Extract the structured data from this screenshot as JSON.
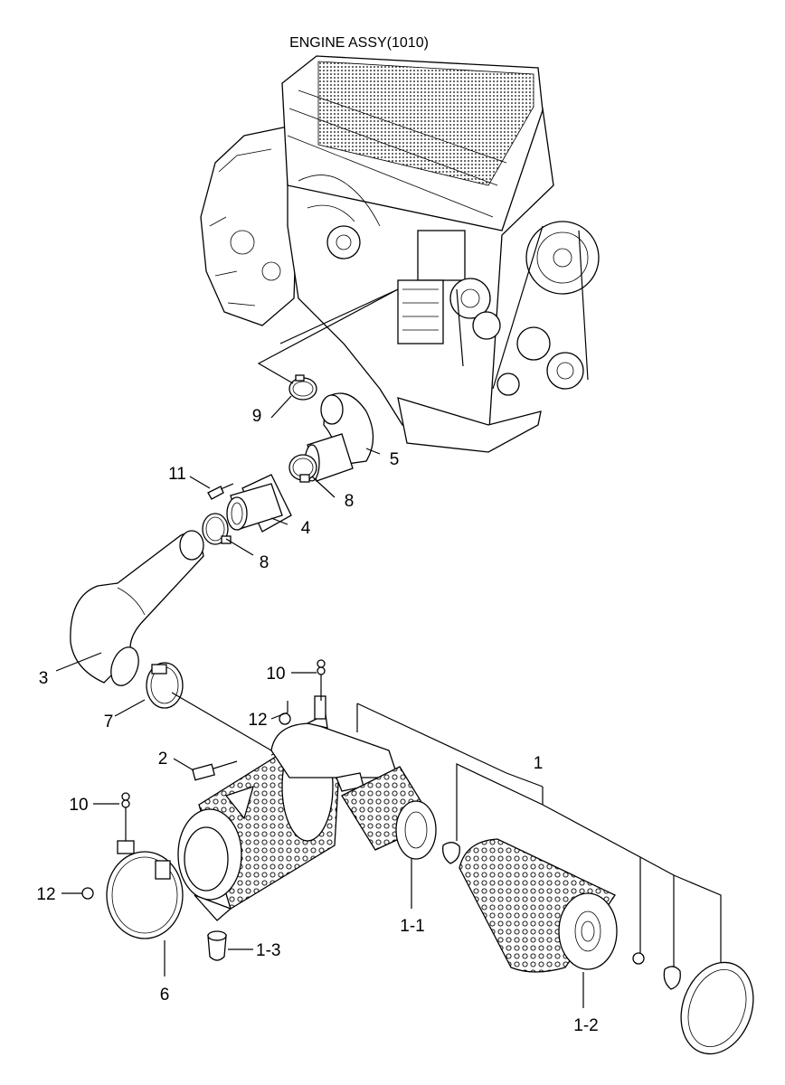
{
  "title": "ENGINE ASSY(1010)",
  "callouts": {
    "c1": "1",
    "c1_1": "1-1",
    "c1_2": "1-2",
    "c1_3": "1-3",
    "c2": "2",
    "c3": "3",
    "c4": "4",
    "c5": "5",
    "c6": "6",
    "c7": "7",
    "c8a": "8",
    "c8b": "8",
    "c9": "9",
    "c10a": "10",
    "c10b": "10",
    "c11": "11",
    "c12a": "12",
    "c12b": "12"
  }
}
